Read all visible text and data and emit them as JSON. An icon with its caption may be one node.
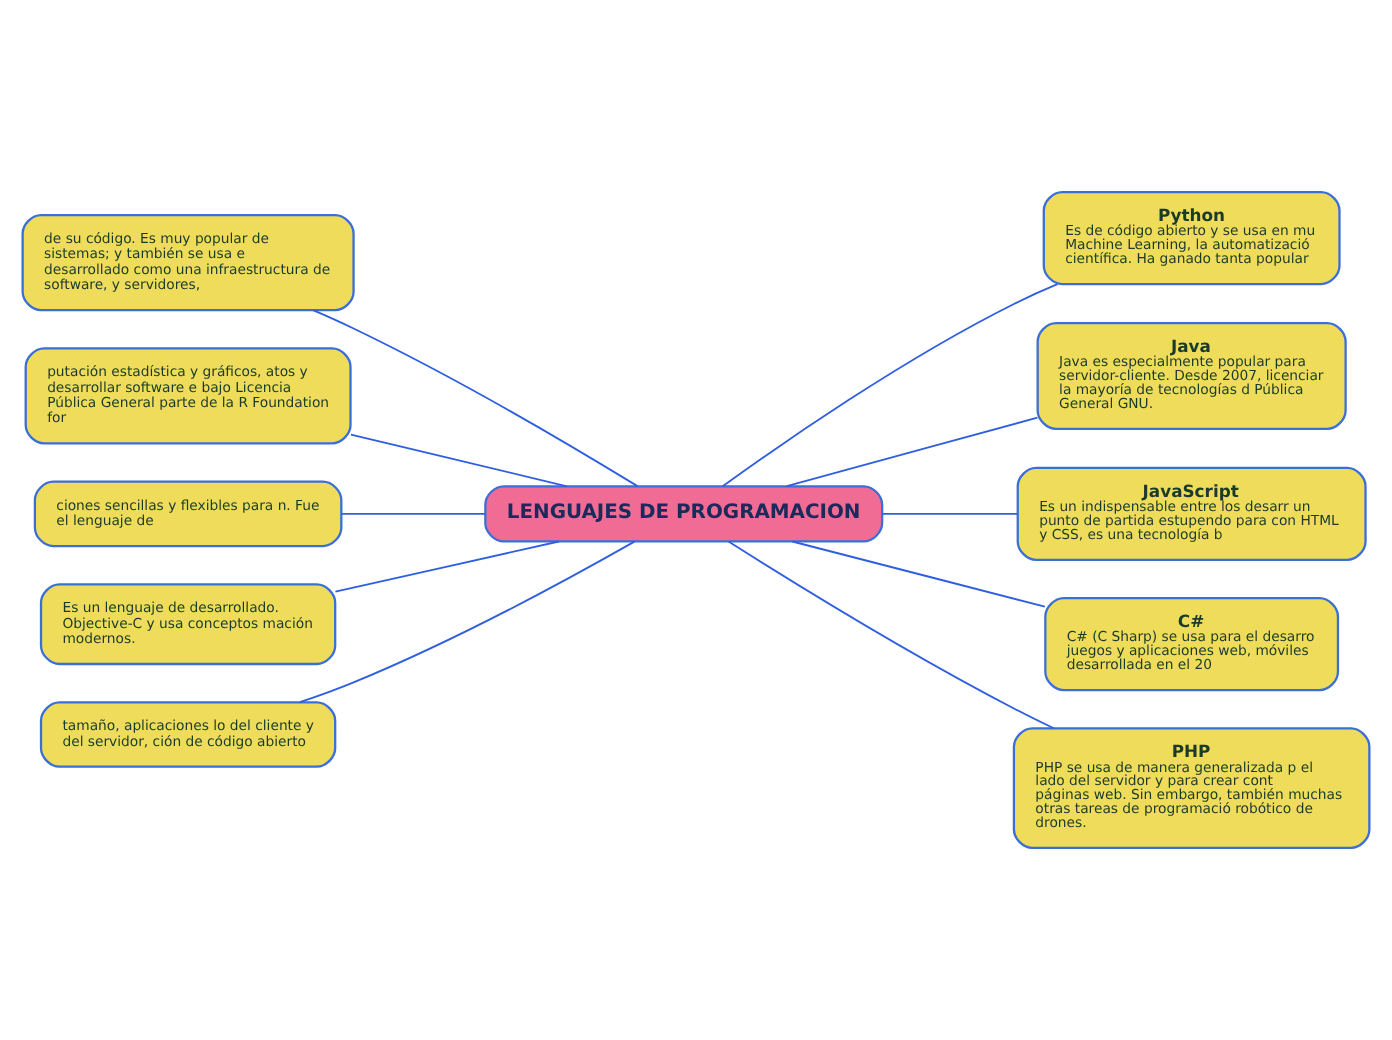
{
  "diagram": {
    "nodes": [
      {
        "text": [
          "LENGUAJES DE PROGRAMACION"
        ]
      },
      {
        "text": [
          "de su código. Es muy popular de sistemas; y también se usa e desarrollado como una infraestructura de software, y servidores,"
        ]
      },
      {
        "text": [
          "putación estadística y gráficos, atos y desarrollar software e bajo Licencia Pública General parte de la R Foundation for"
        ]
      },
      {
        "text": [
          "ciones sencillas y flexibles para n. Fue el lenguaje de"
        ]
      },
      {
        "text": [
          "Es un lenguaje de desarrollado. Objective-C y usa conceptos mación modernos."
        ]
      },
      {
        "text": [
          "tamaño, aplicaciones lo del cliente y del servidor, ción de código abierto"
        ]
      },
      {
        "text": [
          "Python",
          "Es de código abierto y se usa en mu Machine Learning, la automatizació científica. Ha ganado tanta popular"
        ]
      },
      {
        "text": [
          "Java",
          "Java es especialmente popular para servidor-cliente. Desde 2007, licenciar la mayoría de tecnologías d Pública General GNU."
        ]
      },
      {
        "text": [
          "JavaScript",
          "Es un indispensable entre los desarr un punto de partida estupendo para con HTML y CSS, es una tecnología b"
        ]
      },
      {
        "text": [
          "C#",
          "C# (C Sharp) se usa para el desarro juegos y aplicaciones web, móviles desarrollada en el 20"
        ]
      },
      {
        "text": [
          "PHP",
          "PHP se usa de manera generalizada p el lado del servidor y para crear cont páginas web. Sin embargo, también muchas otras tareas de programació robótico de drones."
        ]
      }
    ],
    "edges": [
      {
        "from": 0,
        "to": 1,
        "arrow": "none"
      },
      {
        "from": 0,
        "to": 2,
        "arrow": "none"
      },
      {
        "from": 0,
        "to": 3,
        "arrow": "none"
      },
      {
        "from": 0,
        "to": 4,
        "arrow": "none"
      },
      {
        "from": 0,
        "to": 5,
        "arrow": "none"
      },
      {
        "from": 0,
        "to": 6,
        "arrow": "none"
      },
      {
        "from": 0,
        "to": 7,
        "arrow": "none"
      },
      {
        "from": 0,
        "to": 8,
        "arrow": "none"
      },
      {
        "from": 0,
        "to": 9,
        "arrow": "none"
      },
      {
        "from": 0,
        "to": 10,
        "arrow": "none"
      }
    ]
  }
}
